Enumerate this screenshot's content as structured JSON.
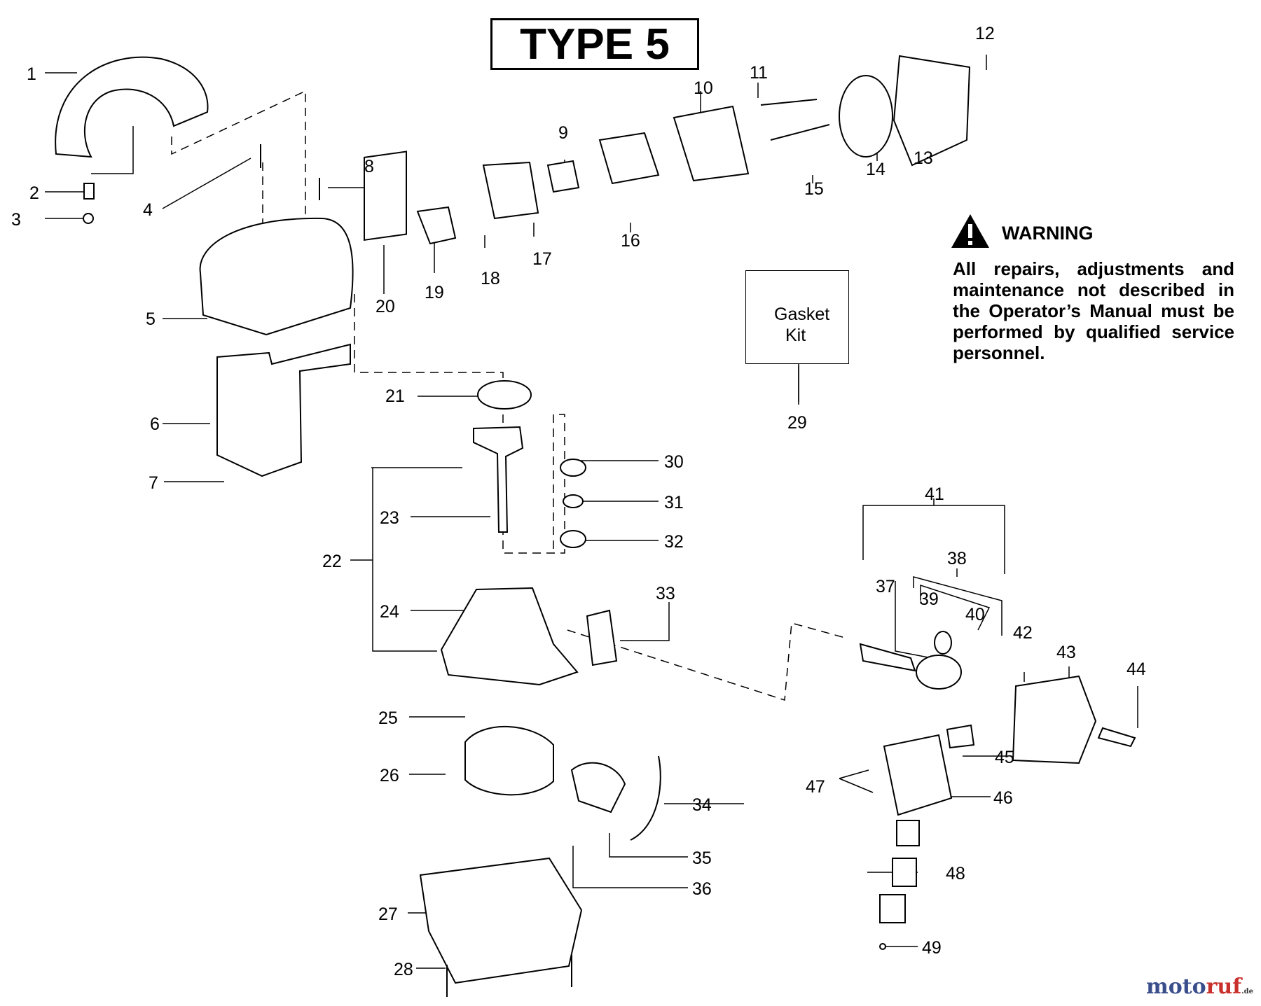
{
  "title": "TYPE 5",
  "gasket_kit": {
    "line1": "Gasket",
    "line2": "Kit",
    "number": "29"
  },
  "warning": {
    "heading": "WARNING",
    "text": "All repairs, adjustments and maintenance not described in the Operator’s Manual must be performed by qualified service personnel."
  },
  "watermark": {
    "part1": "moto",
    "part2": "ruf",
    "suffix": ".de"
  },
  "callouts": [
    "1",
    "2",
    "3",
    "4",
    "5",
    "6",
    "7",
    "8",
    "9",
    "10",
    "11",
    "12",
    "13",
    "14",
    "15",
    "16",
    "17",
    "18",
    "19",
    "20",
    "21",
    "22",
    "23",
    "24",
    "25",
    "26",
    "27",
    "28",
    "30",
    "31",
    "32",
    "33",
    "34",
    "35",
    "36",
    "37",
    "38",
    "39",
    "40",
    "41",
    "42",
    "43",
    "44",
    "45",
    "46",
    "47",
    "48",
    "49"
  ],
  "icons": {
    "warning": "warning-triangle-icon"
  }
}
